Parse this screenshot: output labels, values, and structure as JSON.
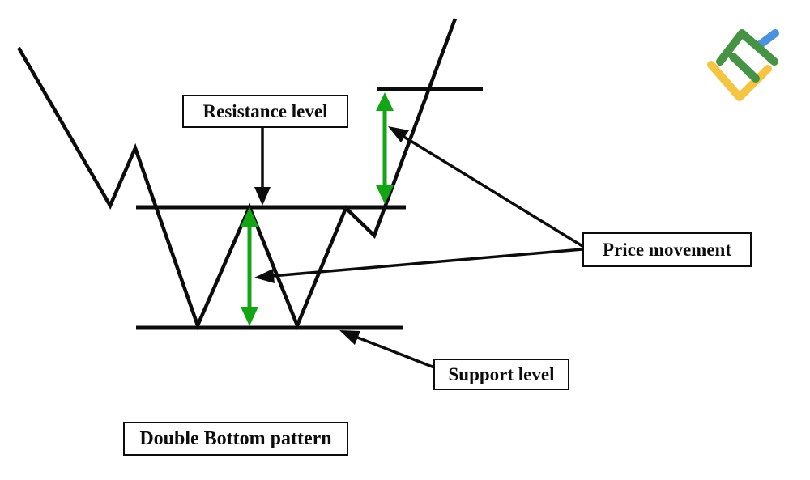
{
  "figure": {
    "caption": "Double Bottom pattern",
    "labels": {
      "resistance": "Resistance level",
      "price_movement": "Price movement",
      "support": "Support level"
    }
  },
  "colors": {
    "ink": "#0c0c0c",
    "arrow_green": "#14a514",
    "logo_green": "#479345",
    "logo_yellow": "#f4c443",
    "logo_blue": "#4a92dd"
  },
  "icons": {
    "brand_logo": "litefinance-logo"
  }
}
